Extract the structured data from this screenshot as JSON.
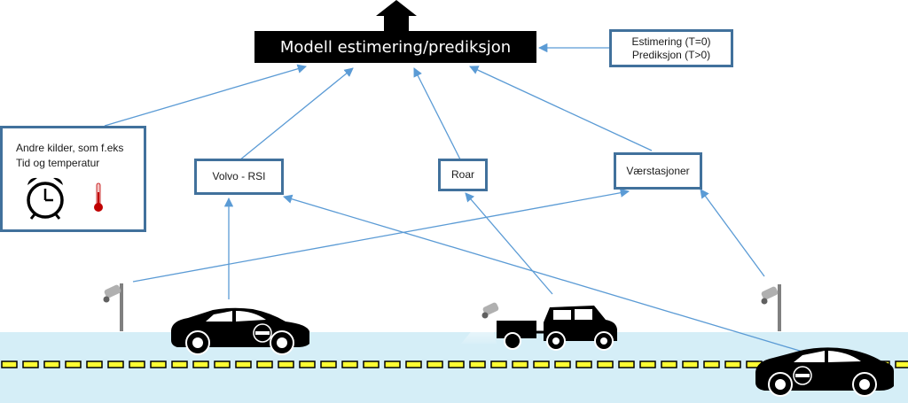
{
  "model_box": {
    "label": "Modell estimering/prediksjon"
  },
  "estimation_box": {
    "line1": "Estimering (T=0)",
    "line2": "Prediksjon (T>0)"
  },
  "other_sources": {
    "line1": "Andre kilder, som f.eks",
    "line2": "Tid og temperatur",
    "icons": [
      "alarm-clock-icon",
      "thermometer-icon"
    ]
  },
  "sources": [
    {
      "id": "volvo",
      "label": "Volvo - RSI"
    },
    {
      "id": "roar",
      "label": "Roar"
    },
    {
      "id": "weather",
      "label": "Værstasjoner"
    }
  ],
  "colors": {
    "road": "#d5eef7",
    "lane_marking": "#ffff33",
    "arrow": "#5b9bd5",
    "box_border": "#41719c",
    "model_bg": "#000000"
  }
}
